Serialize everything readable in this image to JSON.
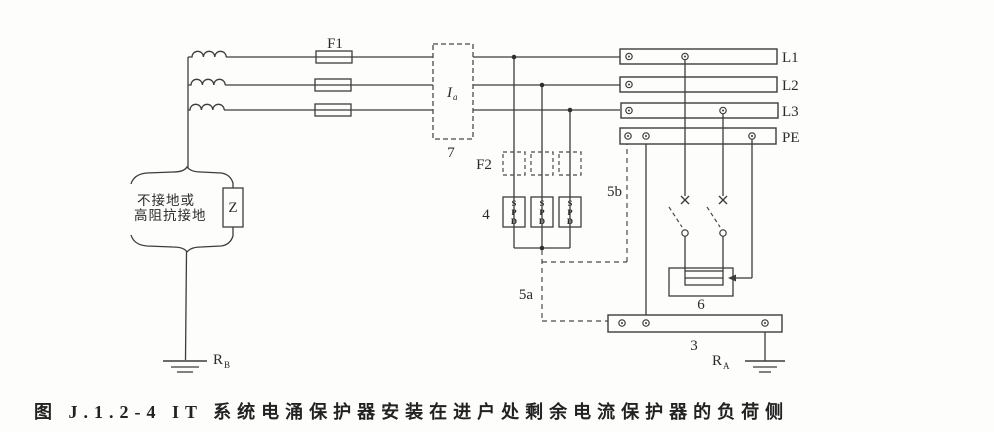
{
  "diagram": {
    "caption": "图 J.1.2-4 IT 系统电涌保护器安装在进户处剩余电流保护器的负荷侧",
    "note_line1": "不接地或",
    "note_line2": "高阻抗接地",
    "labels": {
      "f1": "F1",
      "f2": "F2",
      "item7": "7",
      "item4": "4",
      "item3": "3",
      "item6": "6",
      "item5a": "5a",
      "item5b": "5b",
      "ia_symbol": "I",
      "ia_subscript": "a",
      "impedance": "Z",
      "rb_symbol": "R",
      "rb_subscript": "B",
      "ra_symbol": "R",
      "ra_subscript": "A"
    },
    "busbars": [
      "L1",
      "L2",
      "L3",
      "PE"
    ],
    "spd_letters": [
      "S",
      "P",
      "D"
    ],
    "colors": {
      "ink": "#3c3c3c",
      "paper": "#fdfdfb"
    }
  }
}
